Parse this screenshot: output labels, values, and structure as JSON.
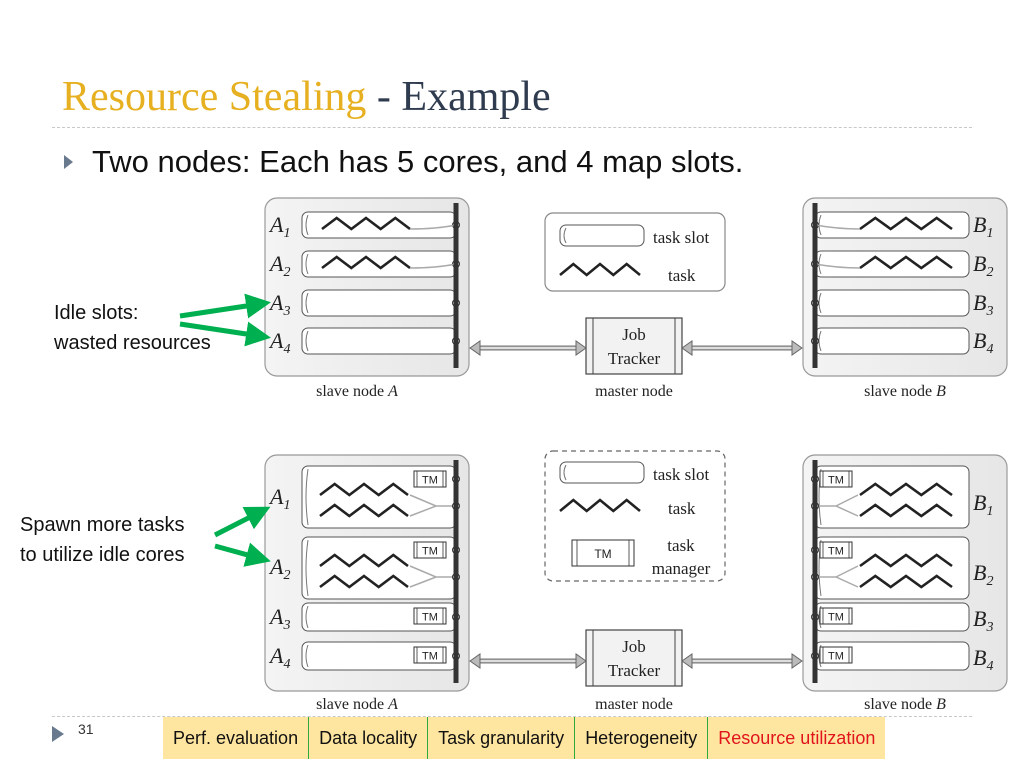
{
  "slide": {
    "title_main": "Resource Stealing",
    "title_sep": " - ",
    "title_sub": "Example",
    "bullet": "Two nodes: Each has 5 cores, and 4 map slots.",
    "page_number": "31"
  },
  "callouts": {
    "idle": [
      "Idle slots:",
      "wasted resources"
    ],
    "spawn": [
      "Spawn more tasks",
      "to utilize idle cores"
    ]
  },
  "diagram": {
    "slave_a_caption": "slave node ",
    "slave_a_letter": "A",
    "slave_b_caption": "slave node ",
    "slave_b_letter": "B",
    "master_caption": "master node",
    "job_tracker": [
      "Job",
      "Tracker"
    ],
    "slots_a": [
      {
        "letter": "A",
        "sub": "1"
      },
      {
        "letter": "A",
        "sub": "2"
      },
      {
        "letter": "A",
        "sub": "3"
      },
      {
        "letter": "A",
        "sub": "4"
      }
    ],
    "slots_b": [
      {
        "letter": "B",
        "sub": "1"
      },
      {
        "letter": "B",
        "sub": "2"
      },
      {
        "letter": "B",
        "sub": "3"
      },
      {
        "letter": "B",
        "sub": "4"
      }
    ],
    "legend": {
      "task_slot": "task slot",
      "task": "task",
      "task_manager": [
        "task",
        "manager"
      ],
      "tm": "TM"
    }
  },
  "footer_tabs": [
    {
      "label": "Perf. evaluation",
      "active": false
    },
    {
      "label": "Data locality",
      "active": false
    },
    {
      "label": "Task granularity",
      "active": false
    },
    {
      "label": "Heterogeneity",
      "active": false
    },
    {
      "label": "Resource utilization",
      "active": true
    }
  ],
  "colors": {
    "title_accent": "#e6b020",
    "title_dark": "#2f3b4e",
    "callout_arrow": "#00b050",
    "tab_bg": "#ffe6a0",
    "tab_active": "#e0141c"
  }
}
